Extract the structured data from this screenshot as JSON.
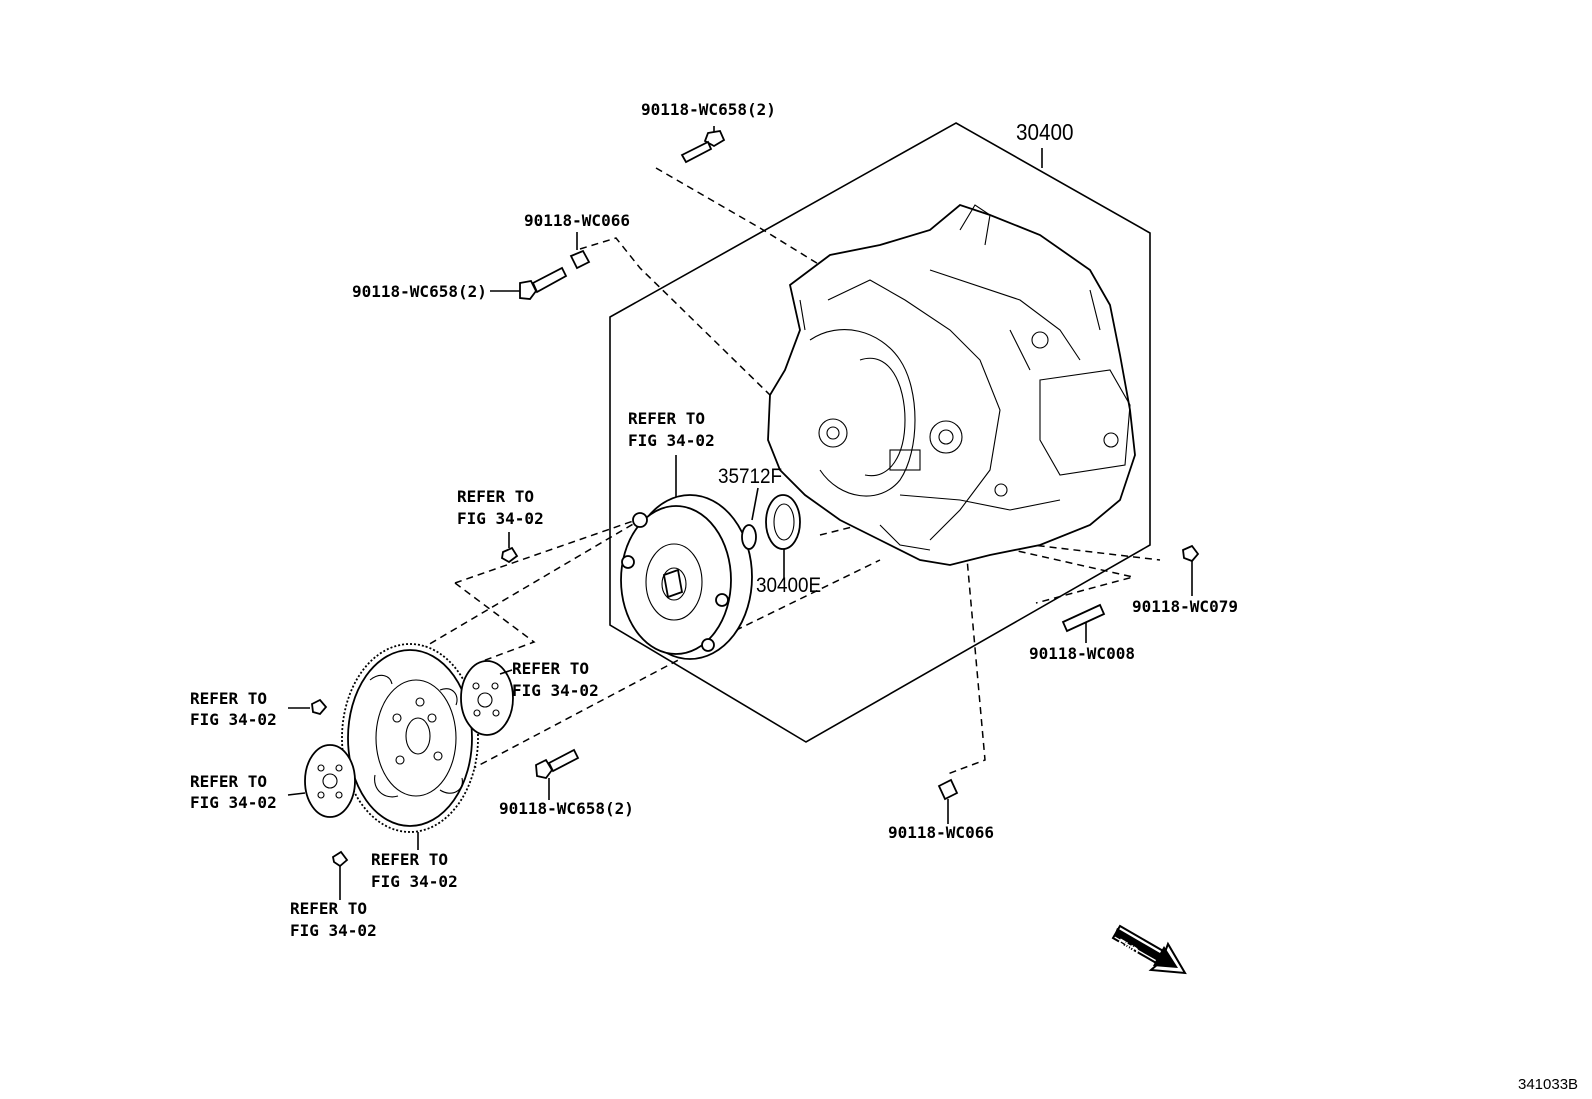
{
  "labels": {
    "bolt_top": "90118-WC658(2)",
    "case_assy": "30400",
    "pin_upper": "90118-WC066",
    "bolt_left": "90118-WC658(2)",
    "converter_ref_1": "REFER TO",
    "converter_ref_2": "FIG 34-02",
    "oring": "35712F",
    "seal": "30400E",
    "bolt_ref_1": "REFER TO",
    "bolt_ref_2": "FIG 34-02",
    "plate_ref_1": "REFER TO",
    "plate_ref_2": "FIG 34-02",
    "drive_bolt_ref_1": "REFER TO",
    "drive_bolt_ref_2": "FIG 34-02",
    "rear_plate_ref_1": "REFER TO",
    "rear_plate_ref_2": "FIG 34-02",
    "drive_plate_ref_1": "REFER TO",
    "drive_plate_ref_2": "FIG 34-02",
    "lower_bolt_ref_1": "REFER TO",
    "lower_bolt_ref_2": "FIG 34-02",
    "bolt_front": "90118-WC658(2)",
    "nut_right": "90118-WC079",
    "stud_right": "90118-WC008",
    "pin_lower": "90118-WC066",
    "fwd_arrow": "FWD",
    "figure_code": "341033B"
  }
}
